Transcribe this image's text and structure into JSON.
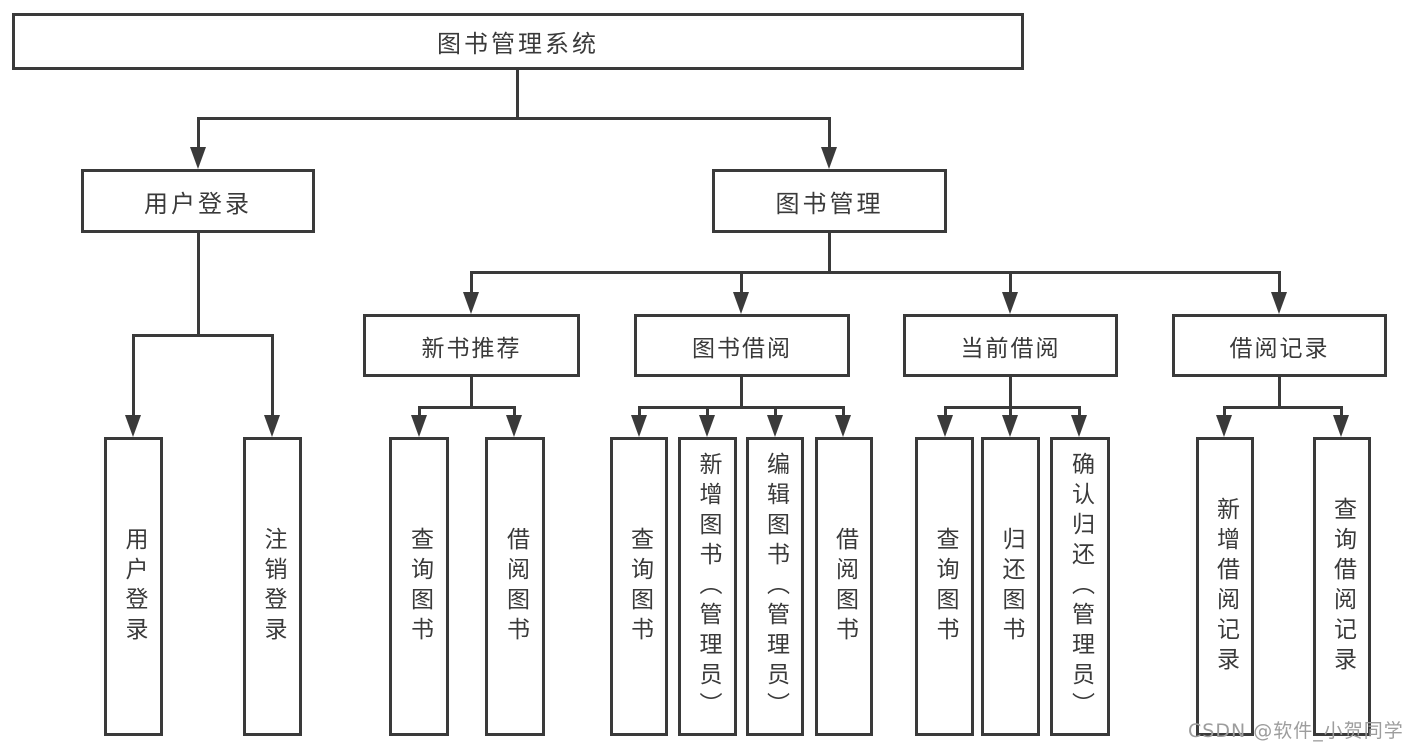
{
  "diagram": {
    "title": "图书管理系统",
    "branches": {
      "user_login": {
        "label": "用户登录",
        "children": [
          "用户登录",
          "注销登录"
        ]
      },
      "book_management": {
        "label": "图书管理",
        "sections": [
          {
            "label": "新书推荐",
            "children": [
              "查询图书",
              "借阅图书"
            ]
          },
          {
            "label": "图书借阅",
            "children": [
              "查询图书",
              "新增图书（管理员）",
              "编辑图书（管理员）",
              "借阅图书"
            ]
          },
          {
            "label": "当前借阅",
            "children": [
              "查询图书",
              "归还图书",
              "确认归还（管理员）"
            ]
          },
          {
            "label": "借阅记录",
            "children": [
              "新增借阅记录",
              "查询借阅记录"
            ]
          }
        ]
      }
    },
    "watermark": "CSDN @软件_小贺同学",
    "colors": {
      "line": "#3a3a3a",
      "text": "#333333",
      "watermark": "#9d9d9d",
      "background": "#ffffff"
    }
  }
}
